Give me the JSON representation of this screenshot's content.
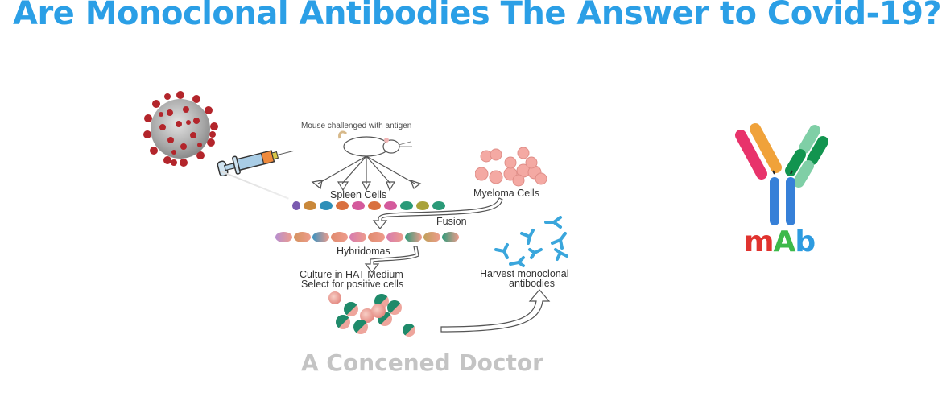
{
  "title": "Are Monoclonal Antibodies The Answer to Covid-19?",
  "colors": {
    "title": "#2b9fe6",
    "watermark": "#c4c4c4",
    "antibody_blue": "#3aa6dc",
    "mab_m": "#e0332f",
    "mab_A": "#3db94a",
    "mab_b": "#2d9be0"
  },
  "diagram": {
    "step_mouse": "Mouse challenged with antigen",
    "step_spleen": "Spleen Cells",
    "step_myeloma": "Myeloma Cells",
    "step_fusion": "Fusion",
    "step_hybridomas": "Hybridomas",
    "step_culture_line1": "Culture in HAT Medium",
    "step_culture_line2": "Select for positive cells",
    "step_harvest_line1": "Harvest monoclonal",
    "step_harvest_line2": "antibodies",
    "spleen_cell_colors": [
      "#7b5bb0",
      "#c9883a",
      "#2e8fb8",
      "#d9703f",
      "#d45a9c",
      "#d9703f",
      "#d45a9c",
      "#2a9a78",
      "#a9a23a",
      "#2a9a78"
    ],
    "hybridoma_colors": [
      "#b78fd0",
      "#d4925e",
      "#3d93c0",
      "#e08a6e",
      "#d67bb0",
      "#e08a6e",
      "#d67bb0",
      "#2f9b7a",
      "#c0a05a",
      "#2f9b7a"
    ]
  },
  "logo": {
    "m": "m",
    "A": "A",
    "b": "b"
  },
  "watermark": "A Concened Doctor"
}
